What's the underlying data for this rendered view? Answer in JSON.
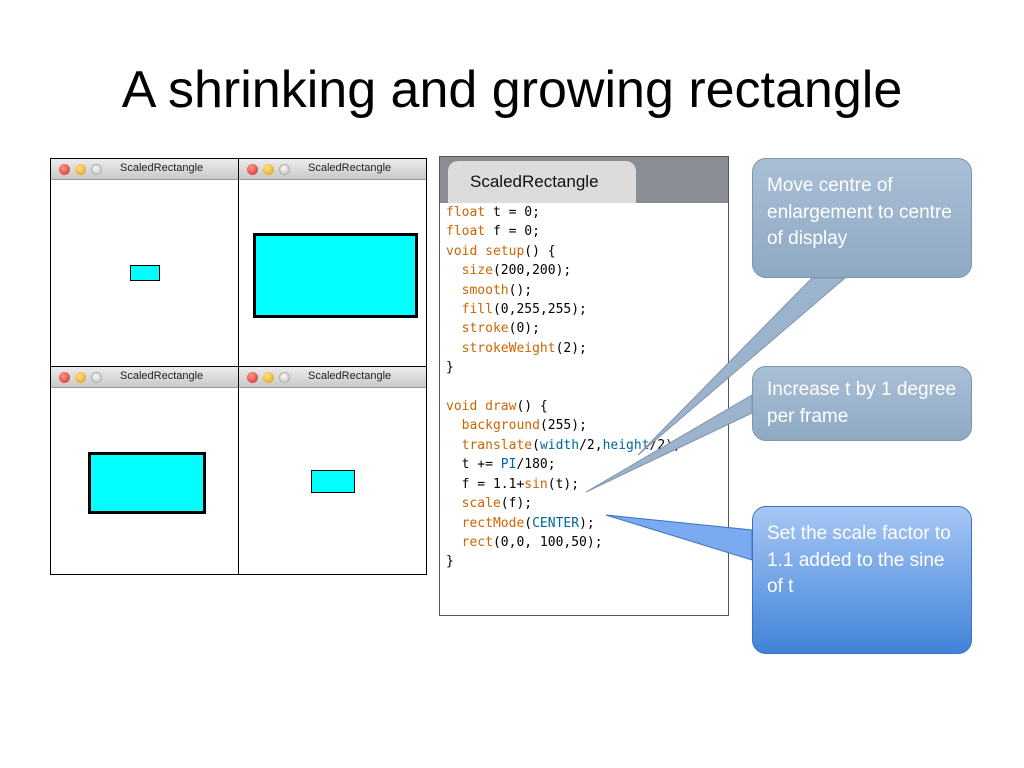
{
  "slide": {
    "title": "A shrinking and growing rectangle"
  },
  "windows": [
    {
      "title": "ScaledRectangle",
      "scale": 0.3
    },
    {
      "title": "ScaledRectangle",
      "scale": 1.7
    },
    {
      "title": "ScaledRectangle",
      "scale": 1.2
    },
    {
      "title": "ScaledRectangle",
      "scale": 0.45
    }
  ],
  "editor": {
    "tab_title": "ScaledRectangle",
    "lines": [
      [
        {
          "t": "float",
          "c": "kw"
        },
        {
          "t": " t = 0;"
        }
      ],
      [
        {
          "t": "float",
          "c": "kw"
        },
        {
          "t": " f = 0;"
        }
      ],
      [
        {
          "t": "void setup",
          "c": "kw"
        },
        {
          "t": "() {"
        }
      ],
      [
        {
          "t": "  "
        },
        {
          "t": "size",
          "c": "kw"
        },
        {
          "t": "(200,200);"
        }
      ],
      [
        {
          "t": "  "
        },
        {
          "t": "smooth",
          "c": "kw"
        },
        {
          "t": "();"
        }
      ],
      [
        {
          "t": "  "
        },
        {
          "t": "fill",
          "c": "kw"
        },
        {
          "t": "(0,255,255);"
        }
      ],
      [
        {
          "t": "  "
        },
        {
          "t": "stroke",
          "c": "kw"
        },
        {
          "t": "(0);"
        }
      ],
      [
        {
          "t": "  "
        },
        {
          "t": "strokeWeight",
          "c": "kw"
        },
        {
          "t": "(2);"
        }
      ],
      [
        {
          "t": "}"
        }
      ],
      [
        {
          "t": ""
        }
      ],
      [
        {
          "t": "void draw",
          "c": "kw"
        },
        {
          "t": "() {"
        }
      ],
      [
        {
          "t": "  "
        },
        {
          "t": "background",
          "c": "kw"
        },
        {
          "t": "(255);"
        }
      ],
      [
        {
          "t": "  "
        },
        {
          "t": "translate",
          "c": "kw"
        },
        {
          "t": "("
        },
        {
          "t": "width",
          "c": "cn"
        },
        {
          "t": "/2,"
        },
        {
          "t": "height",
          "c": "cn"
        },
        {
          "t": "/2);"
        }
      ],
      [
        {
          "t": "  t += "
        },
        {
          "t": "PI",
          "c": "cn"
        },
        {
          "t": "/180;"
        }
      ],
      [
        {
          "t": "  f = 1.1+"
        },
        {
          "t": "sin",
          "c": "kw"
        },
        {
          "t": "(t);"
        }
      ],
      [
        {
          "t": "  "
        },
        {
          "t": "scale",
          "c": "kw"
        },
        {
          "t": "(f);"
        }
      ],
      [
        {
          "t": "  "
        },
        {
          "t": "rectMode",
          "c": "kw"
        },
        {
          "t": "("
        },
        {
          "t": "CENTER",
          "c": "cn"
        },
        {
          "t": ");"
        }
      ],
      [
        {
          "t": "  "
        },
        {
          "t": "rect",
          "c": "kw"
        },
        {
          "t": "(0,0, 100,50);"
        }
      ],
      [
        {
          "t": "}"
        }
      ]
    ]
  },
  "callouts": [
    {
      "text": "Move centre of enlargement to centre of display",
      "style": "grey"
    },
    {
      "text": "Increase t by 1 degree per frame",
      "style": "grey"
    },
    {
      "text": "Set the scale factor to 1.1 added to the sine of t",
      "style": "blue"
    }
  ],
  "colors": {
    "rect_fill": "#00ffff",
    "keyword": "#cc6600",
    "constant": "#006699",
    "callout_grey": "#9bb3cc",
    "callout_blue": "#4a8be0"
  }
}
